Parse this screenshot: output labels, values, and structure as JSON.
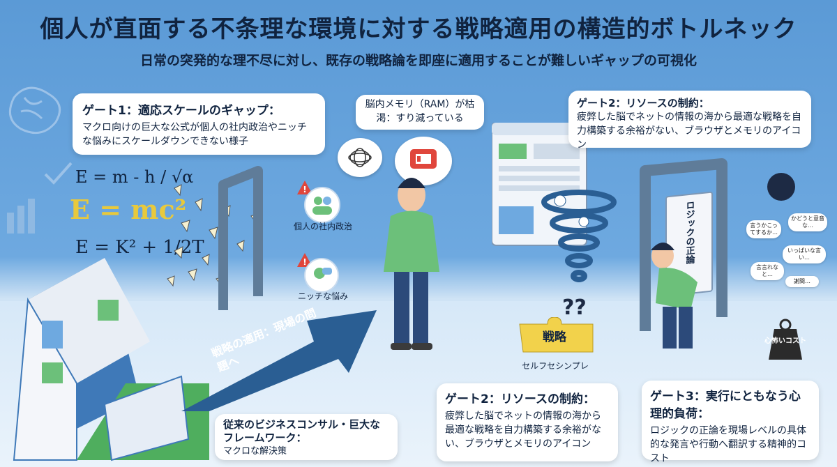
{
  "header": {
    "title": "個人が直面する不条理な環境に対する戦略適用の構造的ボトルネック",
    "subtitle": "日常の突発的な理不尽に対し、既存の戦略論を即座に適用することが難しいギャップの可視化"
  },
  "gate1": {
    "title": "ゲート1：適応スケールのギャップ：",
    "body": "マクロ向けの巨大な公式が個人の社内政治やニッチな悩みにスケールダウンできない様子"
  },
  "ram_bubble": "脳内メモリ（RAM）が枯渇：すり減っている",
  "gate2_top": {
    "title": "ゲート2：リソースの制約：",
    "body": "疲弊した脳でネットの情報の海から最適な戦略を自力構築する余裕がない、ブラウザとメモリのアイコン"
  },
  "gate2_bottom": {
    "title": "ゲート2：リソースの制約：",
    "body": "疲弊した脳でネットの情報の海から最適な戦略を自力構築する余裕がない、ブラウザとメモリのアイコン"
  },
  "gate3": {
    "title": "ゲート3：実行にともなう心理的負荷：",
    "body": "ロジックの正論を現場レベルの具体的な発言や行動へ翻訳する精神的コスト"
  },
  "consult": {
    "title": "従来のビジネスコンサル・巨大なフレームワーク：",
    "body": "マクロな解決策"
  },
  "arrow_label": "戦略の適用：現場の問題へ",
  "formulas": [
    "E = m - h / √α",
    "E = mc²",
    "E = K² + 1/2T"
  ],
  "icons": {
    "politics_label": "個人の社内政治",
    "niche_label": "ニッチな悩み",
    "puzzle_label": "戦略",
    "puzzle_caption": "セルフセシンプレ",
    "logic_board": "ロジックの正論",
    "weight_label": "心怖いコスト",
    "question_marks": "??",
    "speech": [
      "言うかこってするか…",
      "かどうと意音な…",
      "いっぱいな言い…",
      "言言れなと…",
      "謝間…"
    ]
  },
  "colors": {
    "accent": "#2f6fb3",
    "navy": "#10233f",
    "puzzle": "#f2d24b",
    "shirt": "#6cc07a"
  }
}
